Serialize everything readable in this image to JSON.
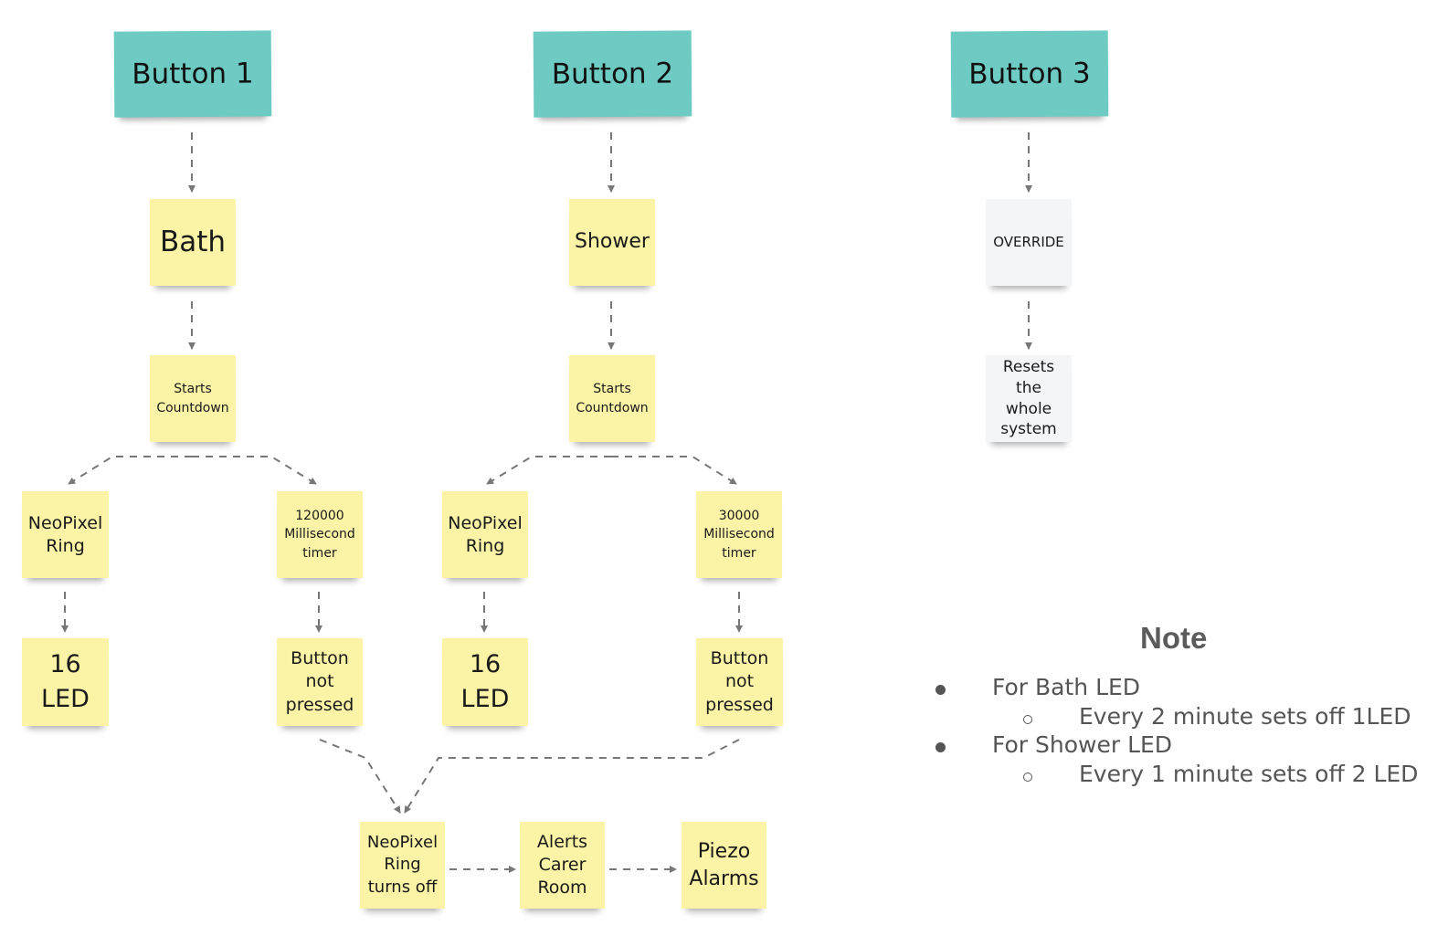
{
  "buttons": {
    "b1": "Button 1",
    "b2": "Button 2",
    "b3": "Button 3"
  },
  "bath_flow": {
    "mode": "Bath",
    "countdown": "Starts Countdown",
    "ring": "NeoPixel Ring",
    "timer": "120000 Millisecond timer",
    "led_count": "16",
    "led_unit": "LED",
    "not_pressed": "Button not pressed"
  },
  "shower_flow": {
    "mode": "Shower",
    "countdown": "Starts Countdown",
    "ring": "NeoPixel Ring",
    "timer": "30000 Millisecond timer",
    "led_count": "16",
    "led_unit": "LED",
    "not_pressed": "Button not pressed"
  },
  "override_flow": {
    "override": "OVERRIDE",
    "reset": "Resets the whole system"
  },
  "alert_flow": {
    "ring_off": "NeoPixel Ring turns off",
    "alerts": "Alerts Carer Room",
    "piezo": "Piezo Alarms"
  },
  "note": {
    "title": "Note",
    "items": [
      {
        "label": "For Bath LED",
        "sub": "Every 2 minute sets off 1LED"
      },
      {
        "label": "For Shower LED",
        "sub": "Every 1 minute sets off 2 LED"
      }
    ]
  },
  "colors": {
    "teal": "#6ecbc4",
    "yellow": "#fbf3a6",
    "grey": "#f4f5f7",
    "connector": "#777777"
  }
}
